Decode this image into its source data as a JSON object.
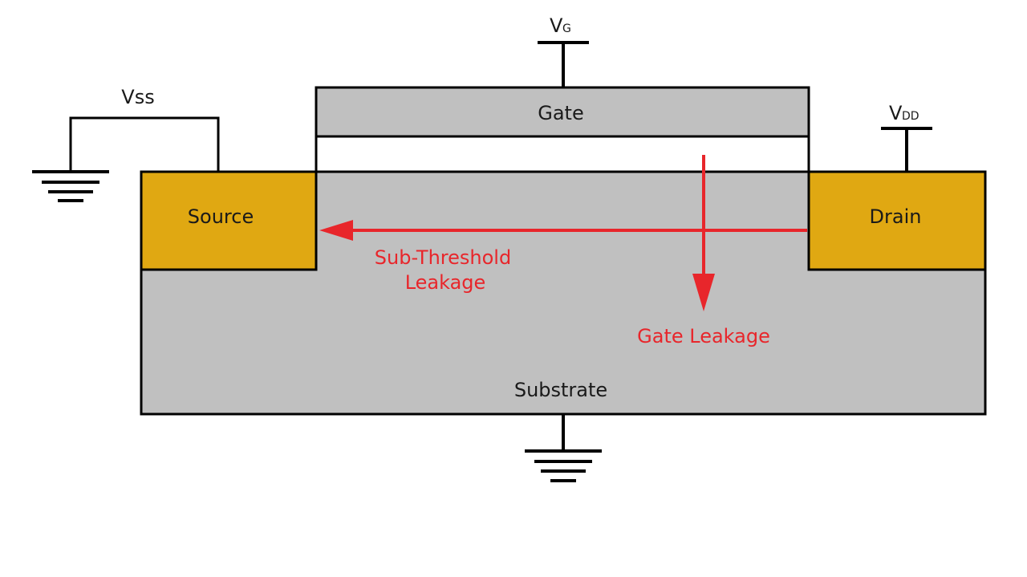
{
  "diagram": {
    "labels": {
      "gate": "Gate",
      "source": "Source",
      "drain": "Drain",
      "substrate": "Substrate",
      "vss": "Vss",
      "vg_main": "V",
      "vg_sub": "G",
      "vdd_main": "V",
      "vdd_sub": "DD"
    },
    "leakage": {
      "subthreshold_line1": "Sub-Threshold",
      "subthreshold_line2": "Leakage",
      "gate": "Gate Leakage"
    },
    "colors": {
      "substrate": "#c0c0c0",
      "gate": "#c0c0c0",
      "oxide": "#ffffff",
      "diffusion": "#e0a812",
      "wire": "#000000",
      "leakage": "#e8262b"
    }
  }
}
